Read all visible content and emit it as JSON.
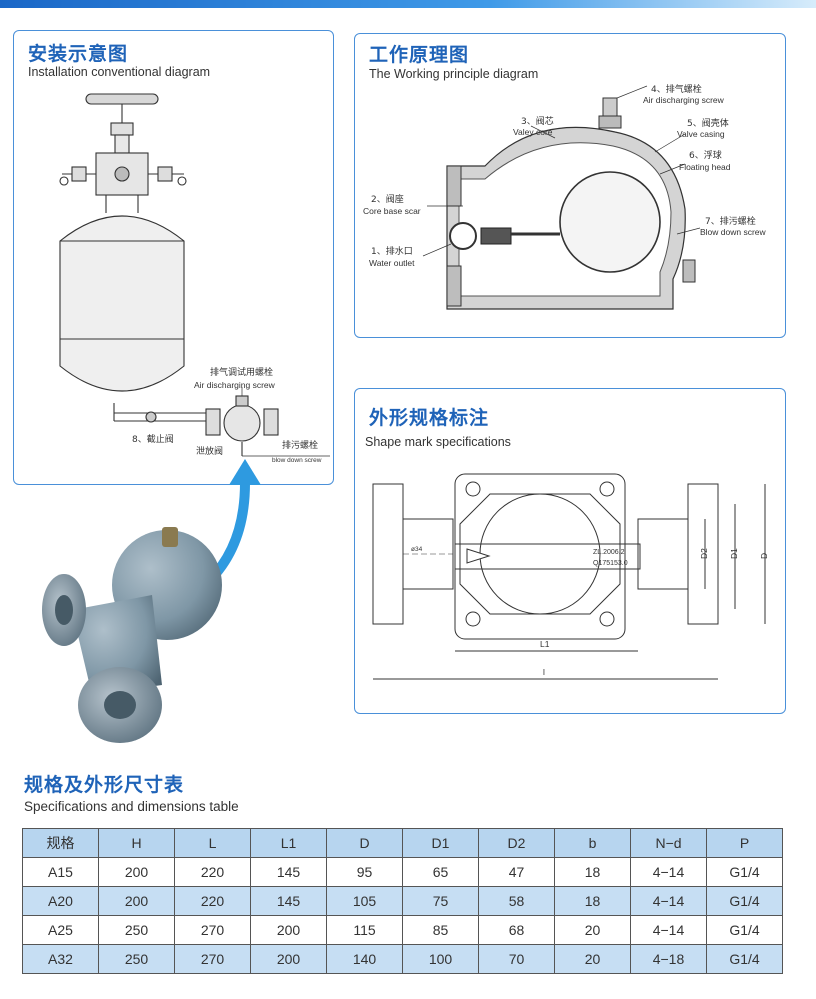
{
  "install_panel": {
    "title_cn": "安装示意图",
    "title_en": "Installation conventional diagram",
    "labels": {
      "air_screw_cn": "排气调试用螺栓",
      "air_screw_en": "Air discharging screw",
      "stop_valve": "8、截止阀",
      "drain_valve": "泄放阀",
      "blowdown_cn": "排污螺栓",
      "blowdown_en": "blow down screw"
    }
  },
  "working_panel": {
    "title_cn": "工作原理图",
    "title_en": "The Working principle diagram",
    "parts": [
      {
        "cn": "1、排水口",
        "en": "Water outlet"
      },
      {
        "cn": "2、阀座",
        "en": "Core base scar"
      },
      {
        "cn": "3、阀芯",
        "en": "Valey core"
      },
      {
        "cn": "4、排气螺栓",
        "en": "Air discharging screw"
      },
      {
        "cn": "5、阀壳体",
        "en": "Valve casing"
      },
      {
        "cn": "6、浮球",
        "en": "Floating head"
      },
      {
        "cn": "7、排污螺栓",
        "en": "Blow down screw"
      }
    ]
  },
  "shape_panel": {
    "title_cn": "外形规格标注",
    "title_en": "Shape mark specifications",
    "dims": {
      "l1": "L1",
      "l": "l",
      "d2": "D2",
      "d1": "D1",
      "d": "D"
    },
    "plate_line1": "ZL.2006.2",
    "plate_line2": "Q175153.0",
    "inlet_mark": "ø34"
  },
  "spec_section": {
    "title_cn": "规格及外形尺寸表",
    "title_en": "Specifications and dimensions table"
  },
  "spec_table": {
    "headers": [
      "规格",
      "H",
      "L",
      "L1",
      "D",
      "D1",
      "D2",
      "b",
      "N−d",
      "P"
    ],
    "rows": [
      [
        "A15",
        "200",
        "220",
        "145",
        "95",
        "65",
        "47",
        "18",
        "4−14",
        "G1/4"
      ],
      [
        "A20",
        "200",
        "220",
        "145",
        "105",
        "75",
        "58",
        "18",
        "4−14",
        "G1/4"
      ],
      [
        "A25",
        "250",
        "270",
        "200",
        "115",
        "85",
        "68",
        "20",
        "4−14",
        "G1/4"
      ],
      [
        "A32",
        "250",
        "270",
        "200",
        "140",
        "100",
        "70",
        "20",
        "4−18",
        "G1/4"
      ]
    ]
  },
  "colors": {
    "accent": "#1f63b8",
    "border": "#4a90d9",
    "table_head": "#b7d5ef",
    "table_alt": "#c6def3",
    "arrow": "#2e9ae0",
    "valve_body": "#7f97a6"
  }
}
